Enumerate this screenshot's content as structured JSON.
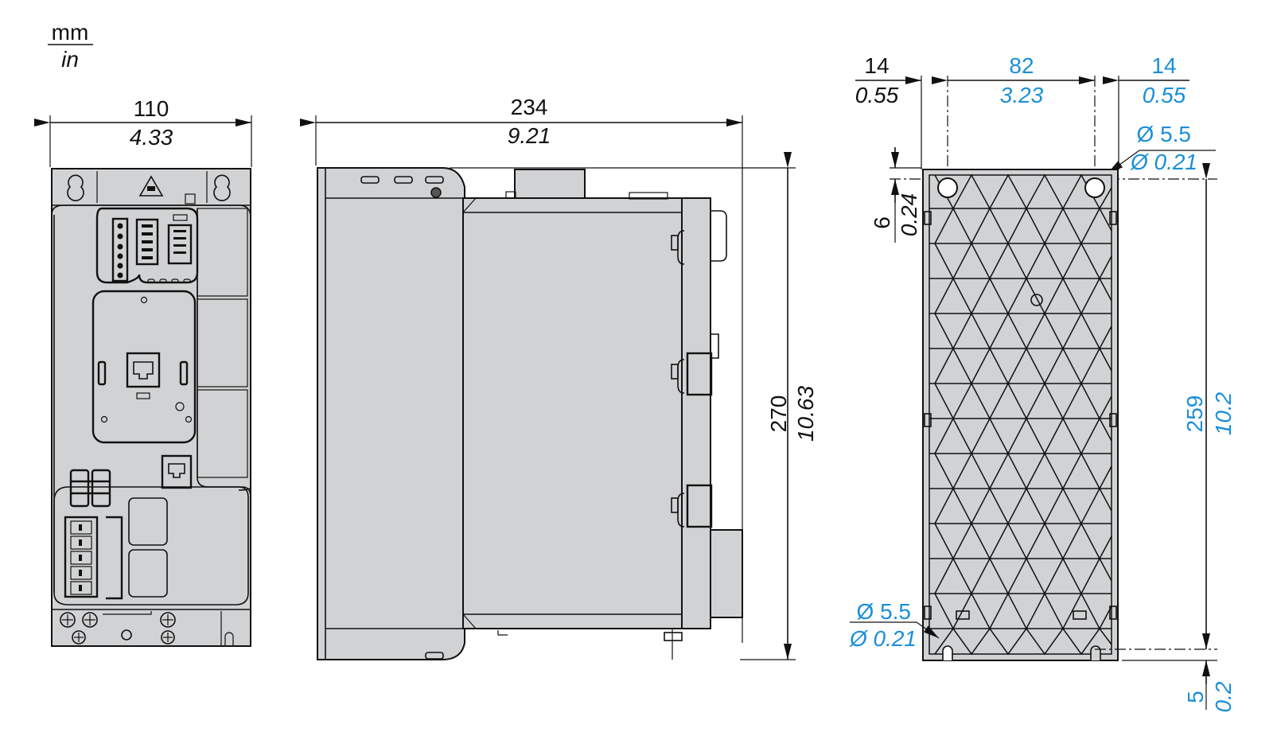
{
  "units": {
    "primary": "mm",
    "secondary": "in"
  },
  "colors": {
    "body_fill": "#d1d2d4",
    "line": "#111111",
    "highlight_dimension": "#1a8fd8",
    "background": "#ffffff"
  },
  "front_view": {
    "width_mm": "110",
    "width_in": "4.33"
  },
  "side_view": {
    "depth_mm": "234",
    "depth_in": "9.21",
    "height_mm": "270",
    "height_in": "10.63"
  },
  "rear_view": {
    "left_margin_mm": "14",
    "left_margin_in": "0.55",
    "hole_spacing_mm": "82",
    "hole_spacing_in": "3.23",
    "right_margin_mm": "14",
    "right_margin_in": "0.55",
    "top_hole_dia_mm": "Ø 5.5",
    "top_hole_dia_in": "Ø 0.21",
    "top_offset_mm": "6",
    "top_offset_in": "0.24",
    "hole_vertical_spacing_mm": "259",
    "hole_vertical_spacing_in": "10.2",
    "bottom_hole_dia_mm": "Ø 5.5",
    "bottom_hole_dia_in": "Ø 0.21",
    "bottom_offset_mm": "5",
    "bottom_offset_in": "0.2"
  }
}
